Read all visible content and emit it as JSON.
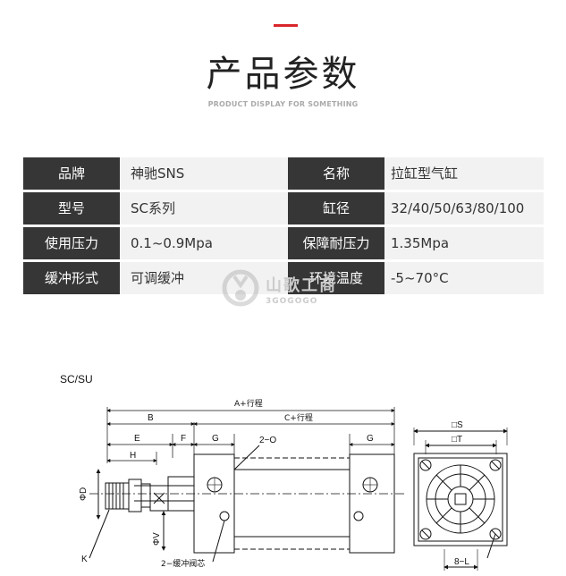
{
  "header": {
    "title": "产品参数",
    "subtitle": "PRODUCT DISPLAY FOR SOMETHING",
    "accent_color": "#d8262a"
  },
  "specs": {
    "rows": [
      {
        "label1": "品牌",
        "value1": "神驰SNS",
        "label2": "名称",
        "value2": "拉缸型气缸"
      },
      {
        "label1": "型号",
        "value1": "SC系列",
        "label2": "缸径",
        "value2": "32/40/50/63/80/100"
      },
      {
        "label1": "使用压力",
        "value1": "0.1~0.9Mpa",
        "label2": "保障耐压力",
        "value2": "1.35Mpa"
      },
      {
        "label1": "缓冲形式",
        "value1": "可调缓冲",
        "label2": "环境温度",
        "value2": "-5~70°C"
      }
    ],
    "label_bg": "#363636",
    "row_bg": "#f2f2f2"
  },
  "watermark": {
    "cn": "山歌工商",
    "en": "3GOGOGO"
  },
  "drawing": {
    "model_label": "SC/SU",
    "dims": {
      "a_stroke": "A+行程",
      "c_stroke": "C+行程",
      "b": "B",
      "e": "E",
      "f": "F",
      "g_left": "G",
      "g_right": "G",
      "h": "H",
      "two_o": "2−O",
      "phi_d": "ΦD",
      "phi_v": "ΦV",
      "k": "K",
      "buffer_valve": "2−缓冲阀芯",
      "s": "□S",
      "t": "□T",
      "eight_l": "8−L"
    }
  }
}
